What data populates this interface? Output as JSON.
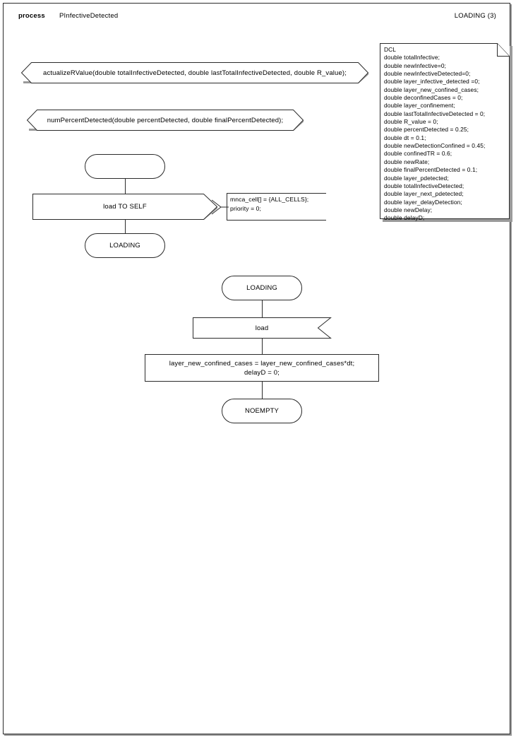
{
  "header": {
    "kind": "process",
    "name": "PInfectiveDetected",
    "page": "LOADING (3)"
  },
  "declaration": {
    "title": "DCL",
    "text": "DCL\ndouble totalInfective;\ndouble newInfective=0;\ndouble newInfectiveDetected=0;\ndouble layer_infective_detected =0;\ndouble layer_new_confined_cases;\ndouble deconfinedCases = 0;\ndouble layer_confinement;\ndouble lastTotalInfectiveDetected = 0;\ndouble R_value = 0;\ndouble percentDetected = 0.25;\ndouble dt = 0.1;\ndouble newDetectionConfined = 0.45;\ndouble confinedTR = 0.6;\ndouble newRate;\ndouble finalPercentDetected = 0.1;\ndouble layer_pdetected;\ndouble totalInfectiveDetected;\ndouble layer_next_pdetected;\ndouble layer_delayDetection;\ndouble newDelay;\ndouble delayD;",
    "lines": [
      "DCL",
      "double totalInfective;",
      "double newInfective=0;",
      "double newInfectiveDetected=0;",
      "double layer_infective_detected =0;",
      "double layer_new_confined_cases;",
      "double deconfinedCases = 0;",
      "double layer_confinement;",
      "double lastTotalInfectiveDetected = 0;",
      "double R_value = 0;",
      "double percentDetected = 0.25;",
      "double dt = 0.1;",
      "double newDetectionConfined = 0.45;",
      "double confinedTR = 0.6;",
      "double newRate;",
      "double finalPercentDetected = 0.1;",
      "double layer_pdetected;",
      "double totalInfectiveDetected;",
      "double layer_next_pdetected;",
      "double layer_delayDetection;",
      "double newDelay;",
      "double delayD;"
    ]
  },
  "procedures": [
    {
      "label": "actualizeRValue(double totalInfectiveDetected, double lastTotalInfectiveDetected, double R_value);"
    },
    {
      "label": "numPercentDetected(double percentDetected, double finalPercentDetected);"
    }
  ],
  "flow1": {
    "start_state": "",
    "output": "load TO SELF",
    "comment": "mnca_cell[] = {ALL_CELLS};\npriority = 0;",
    "next_state": "LOADING"
  },
  "flow2": {
    "state": "LOADING",
    "input": "load",
    "task": "layer_new_confined_cases = layer_new_confined_cases*dt;\ndelayD = 0;",
    "next_state": "NOEMPTY"
  },
  "colors": {
    "stroke": "#2b2b2b",
    "shadow": "#9a9a9a",
    "background": "#ffffff"
  }
}
